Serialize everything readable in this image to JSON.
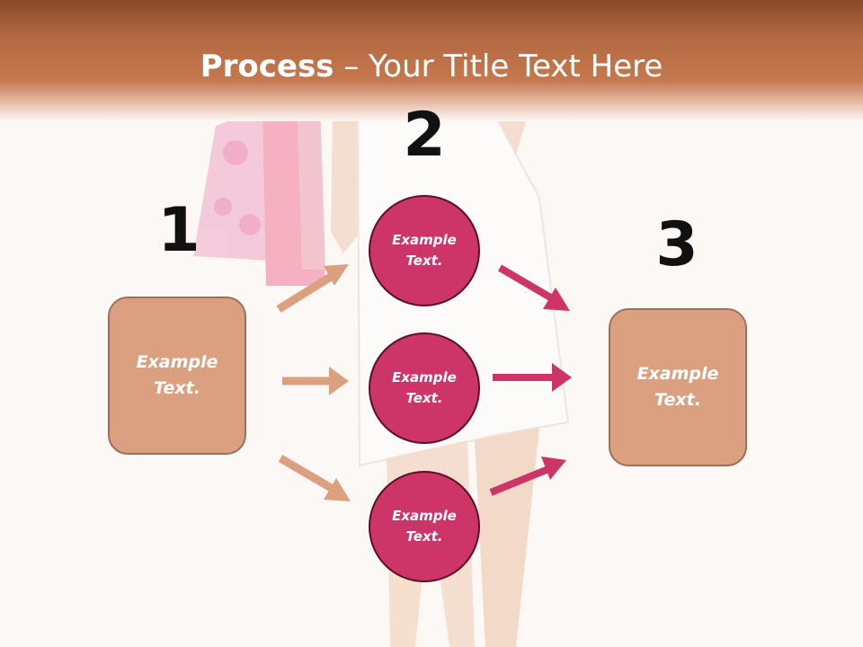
{
  "title": {
    "bold": "Process",
    "rest": " – Your Title Text Here"
  },
  "steps": [
    {
      "number": "1",
      "label": "Example Text."
    },
    {
      "number": "2",
      "items": [
        "Example Text.",
        "Example Text.",
        "Example Text."
      ]
    },
    {
      "number": "3",
      "label": "Example Text."
    }
  ],
  "colors": {
    "header": "#b4683f",
    "box_fill": "#dba07f",
    "circle_fill": "#cd3568",
    "arrow_left": "#dba07f",
    "arrow_right": "#cd3568"
  }
}
